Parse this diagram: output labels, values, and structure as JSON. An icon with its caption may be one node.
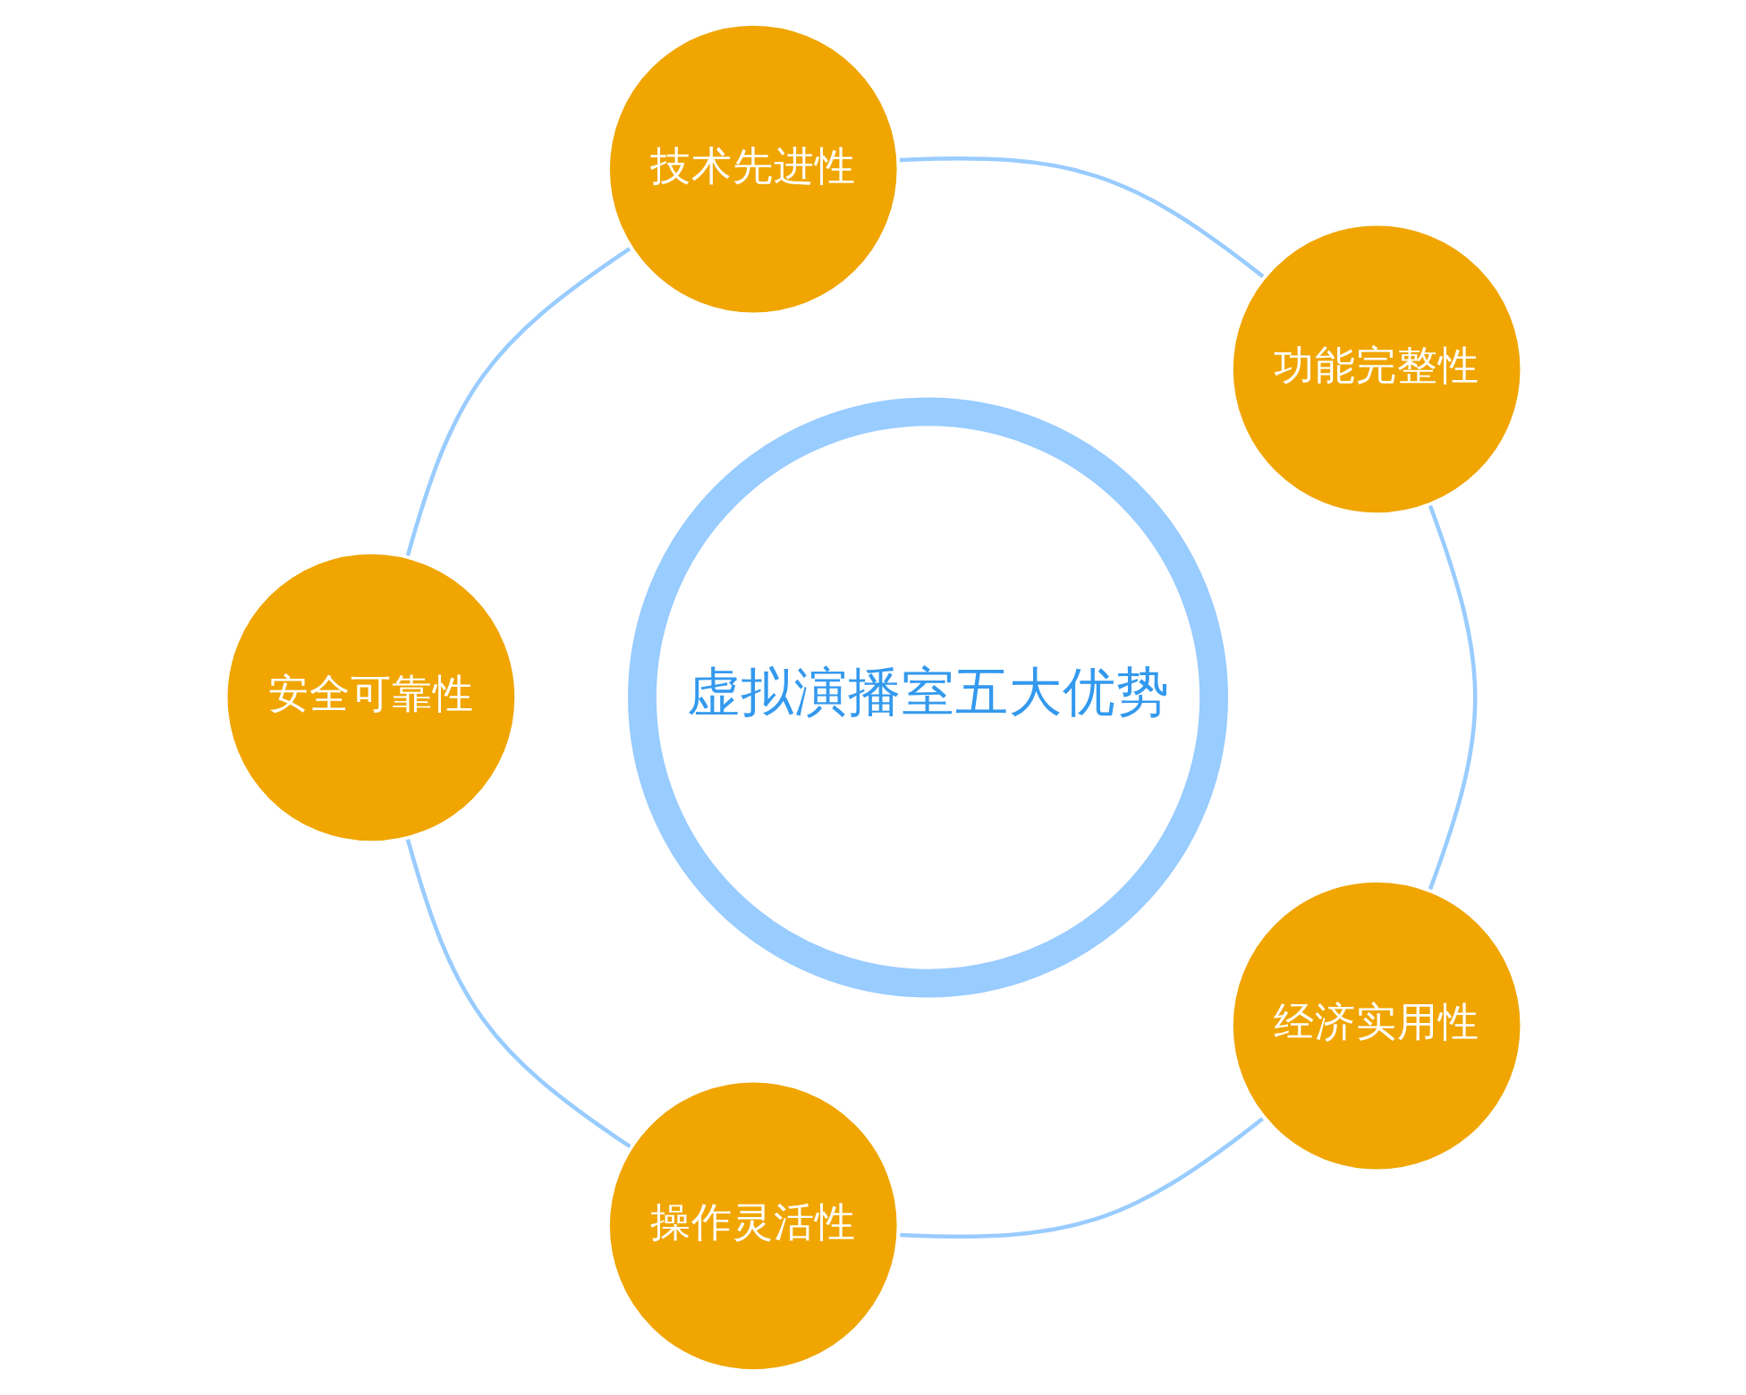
{
  "diagram": {
    "nodes": [
      {
        "text": [
          "虚拟演播室五大优势"
        ]
      },
      {
        "text": [
          "功能完整性"
        ]
      },
      {
        "text": [
          "经济实用性"
        ]
      },
      {
        "text": [
          "技术先进性"
        ]
      },
      {
        "text": [
          "操作灵活性"
        ]
      },
      {
        "text": [
          "安全可靠性"
        ]
      }
    ],
    "edges": [
      {
        "from": 1,
        "to": 3,
        "arrow": "none"
      },
      {
        "from": 3,
        "to": 5,
        "arrow": "none"
      },
      {
        "from": 5,
        "to": 4,
        "arrow": "none"
      },
      {
        "from": 4,
        "to": 2,
        "arrow": "none"
      },
      {
        "from": 2,
        "to": 1,
        "arrow": "none"
      }
    ]
  }
}
